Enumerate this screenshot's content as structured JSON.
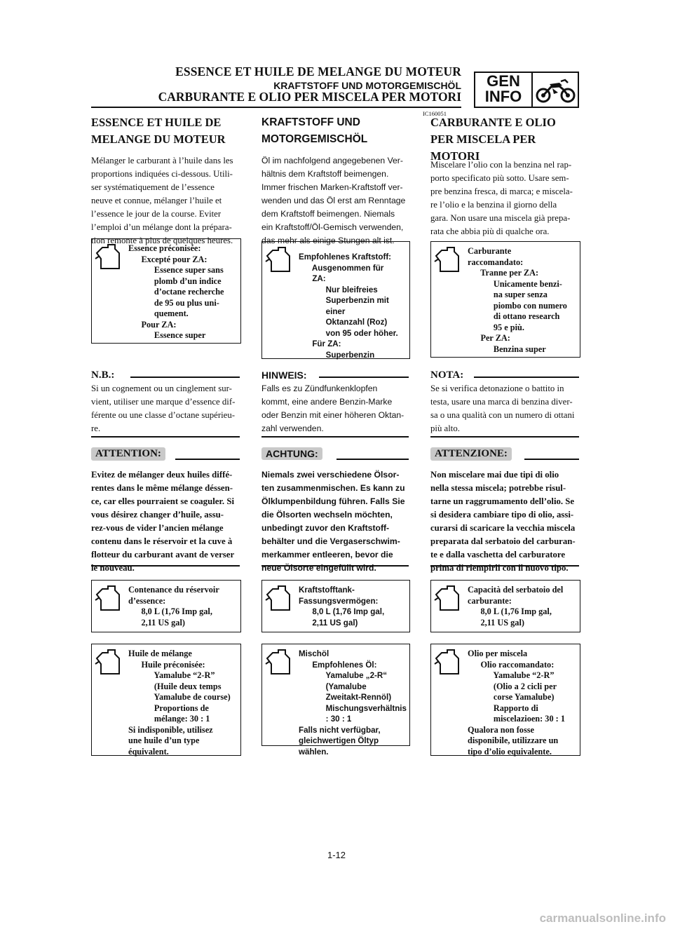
{
  "header": {
    "title_fr": "ESSENCE ET HUILE DE MELANGE DU MOTEUR",
    "title_de": "KRAFTSTOFF UND MOTORGEMISCHÖL",
    "title_it": "CARBURANTE E OLIO PER MISCELA PER MOTORI",
    "badge_line1": "GEN",
    "badge_line2": "INFO",
    "code": "IC160051"
  },
  "fr": {
    "title_l1": "ESSENCE ET HUILE DE",
    "title_l2": "MELANGE DU MOTEUR",
    "intro": [
      "Mélanger le carburant à l’huile dans les",
      "proportions indiquées ci-dessous. Utili-",
      "ser systématiquement de l’essence",
      "neuve et connue, mélanger l’huile et",
      "l’essence le jour de la course. Eviter",
      "l’emploi d’un mélange dont la prépara-",
      "tion remonte à plus de quelques heures."
    ],
    "spec1": "Essence préconisée:\n      Excepté pour ZA:\n            Essence super sans\n            plomb d’un indice\n            d’octane recherche\n            de 95 ou plus uni-\n            quement.\n      Pour ZA:\n            Essence super",
    "nb_head": "N.B.:",
    "nb_text": [
      "Si un cognement ou un cinglement sur-",
      "vient, utiliser une marque d’essence dif-",
      "férente ou une classe d’octane supérieu-",
      "re."
    ],
    "att_head": "ATTENTION:",
    "att_text": [
      "Evitez de mélanger deux huiles diffé-",
      "rentes dans le même mélange déssen-",
      "ce, car elles pourraient se coaguler. Si",
      "vous désirez changer d’huile, assu-",
      "rez-vous de vider l’ancien mélange",
      "contenu dans le réservoir et la cuve à",
      "flotteur du carburant avant de verser",
      "le nouveau."
    ],
    "spec2": "Contenance du réservoir\nd’essence:\n      8,0 L (1,76 Imp gal,\n      2,11 US gal)",
    "spec3": "Huile de mélange\n      Huile préconisée:\n            Yamalube “2-R”\n            (Huile deux temps\n            Yamalube de course)\n            Proportions de\n            mélange: 30 : 1\nSi indisponible, utilisez\nune huile d’un type\néquivalent."
  },
  "de": {
    "title_l1": "KRAFTSTOFF UND",
    "title_l2": "MOTORGEMISCHÖL",
    "intro": [
      "Öl im nachfolgend angegebenen Ver-",
      "hältnis dem Kraftstoff beimengen.",
      "Immer frischen Marken-Kraftstoff ver-",
      "wenden und das Öl erst am Renntage",
      "dem Kraftstoff beimengen. Niemals",
      "ein Kraftstoff/Öl-Gemisch verwenden,",
      "das mehr als einige Stungen alt ist."
    ],
    "spec1": "Empfohlenes Kraftstoff:\n      Ausgenommen für\n      ZA:\n            Nur bleifreies\n            Superbenzin mit\n            einer\n            Oktanzahl (Roz)\n            von 95 oder höher.\n      Für ZA:\n            Superbenzin",
    "nb_head": "HINWEIS:",
    "nb_text": [
      "Falls es zu Zündfunkenklopfen",
      "kommt, eine andere Benzin-Marke",
      "oder Benzin mit einer höheren Oktan-",
      "zahl verwenden."
    ],
    "att_head": "ACHTUNG:",
    "att_text": [
      "Niemals zwei verschiedene Ölsor-",
      "ten zusammenmischen. Es kann zu",
      "Ölklumpenbildung führen. Falls Sie",
      "die Ölsorten wechseln möchten,",
      "unbedingt zuvor den Kraftstoff-",
      "behälter und die Vergaserschwim-",
      "merkammer entleeren, bevor die",
      "neue Ölsorte eingefüllt wird."
    ],
    "spec2": "Kraftstofftank-\nFassungsvermögen:\n      8,0 L (1,76 Imp gal,\n      2,11 US gal)",
    "spec3": "Mischöl\n      Empfohlenes Öl:\n            Yamalube „2-R“\n            (Yamalube\n            Zweitakt-Rennöl)\n            Mischungsverhältnis\n            : 30 : 1\nFalls nicht verfügbar,\ngleichwertigen Öltyp\nwählen."
  },
  "it": {
    "title_l1": "CARBURANTE E OLIO",
    "title_l2": "PER MISCELA PER",
    "title_l3": "MOTORI",
    "intro": [
      "Miscelare l’olio con la benzina nel rap-",
      "porto specificato più sotto. Usare sem-",
      "pre benzina fresca, di marca; e miscela-",
      "re l’olio e la benzina il giorno della",
      "gara. Non usare una miscela già prepa-",
      "rata che abbia più di qualche ora."
    ],
    "spec1": "Carburante\nraccomandato:\n      Tranne per ZA:\n            Unicamente benzi-\n            na super senza\n            piombo con numero\n            di ottano research\n            95 e più.\n      Per ZA:\n            Benzina super",
    "nb_head": "NOTA:",
    "nb_text": [
      "Se si verifica detonazione o battito in",
      "testa, usare una marca di benzina diver-",
      "sa o una qualità con un numero di ottani",
      "più alto."
    ],
    "att_head": "ATTENZIONE:",
    "att_text": [
      "Non miscelare mai due tipi di olio",
      "nella stessa miscela; potrebbe risul-",
      "tarne un raggrumamento dell’olio. Se",
      "si desidera cambiare tipo di olio, assi-",
      "curarsi di scaricare la vecchia miscela",
      "preparata dal serbatoio del carburan-",
      "te e dalla vaschetta del carburatore",
      "prima di riempirli con il nuovo tipo."
    ],
    "spec2": "Capacità del serbatoio del\ncarburante:\n      8,0 L (1,76 Imp gal,\n      2,11 US gal)",
    "spec3": "Olio per miscela\n      Olio raccomandato:\n            Yamalube “2-R”\n            (Olio a 2 cicli per\n            corse Yamalube)\n            Rapporto di\n            miscelazioen: 30 : 1\nQualora non fosse\ndisponibile, utilizzare un\ntipo d’olio equivalente."
  },
  "footer": {
    "page_number": "1-12",
    "watermark": "carmanualsonline.info"
  }
}
